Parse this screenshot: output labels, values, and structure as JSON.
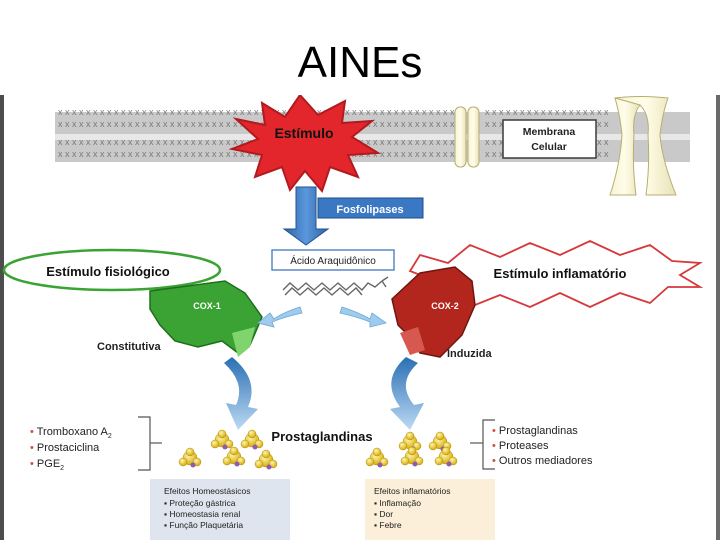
{
  "slide": {
    "title": "AINEs"
  },
  "diagram": {
    "stimulus": "Estímulo",
    "membrane": {
      "line1": "Membrana",
      "line2": "Celular"
    },
    "phospholipases": "Fosfolipases",
    "arachidonic_acid": "Ácido Araquidônico",
    "physiological_stimulus": "Estímulo fisiológico",
    "inflammatory_stimulus": "Estímulo inflamatório",
    "cox1": {
      "label": "COX-1",
      "type": "Constitutiva"
    },
    "cox2": {
      "label": "COX-2",
      "type": "Induzida"
    },
    "prostaglandins": "Prostaglandinas",
    "left_products": {
      "item1": "Tromboxano A",
      "item1_sub": "2",
      "item2": "Prostaciclina",
      "item3": "PGE",
      "item3_sub": "2"
    },
    "right_products": [
      "Prostaglandinas",
      "Proteases",
      "Outros mediadores"
    ],
    "homeostatic_effects": {
      "title": "Efeitos Homeostásicos",
      "items": [
        "Proteção gástrica",
        "Homeostasia renal",
        "Função Plaquetária"
      ]
    },
    "inflammatory_effects": {
      "title": "Efeitos inflamatórios",
      "items": [
        "Inflamação",
        "Dor",
        "Febre"
      ]
    }
  },
  "colors": {
    "cox1": "#3aa333",
    "cox2": "#b3261e",
    "stimulus": "#e3262b",
    "arrow": "#3b78c3",
    "effects_left_bg": "#dfe5ef",
    "effects_right_bg": "#fbefd9"
  }
}
